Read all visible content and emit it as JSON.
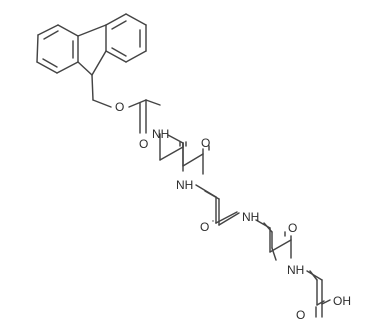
{
  "molecule": {
    "labels": {
      "ester_oxygen": "O",
      "carbonyl_oxygen_1": "O",
      "amide_nitrogen_1": "NH",
      "carbonyl_oxygen_2": "O",
      "amide_nitrogen_2": "NH",
      "carbonyl_oxygen_3": "O",
      "amide_nitrogen_3": "NH",
      "carbonyl_oxygen_4": "O",
      "amide_nitrogen_4": "NH",
      "carbonyl_oxygen_5": "O",
      "hydroxyl": "OH"
    },
    "colors": {
      "bond": "#444444",
      "label": "#2d2d2d",
      "background": "#ffffff"
    }
  }
}
